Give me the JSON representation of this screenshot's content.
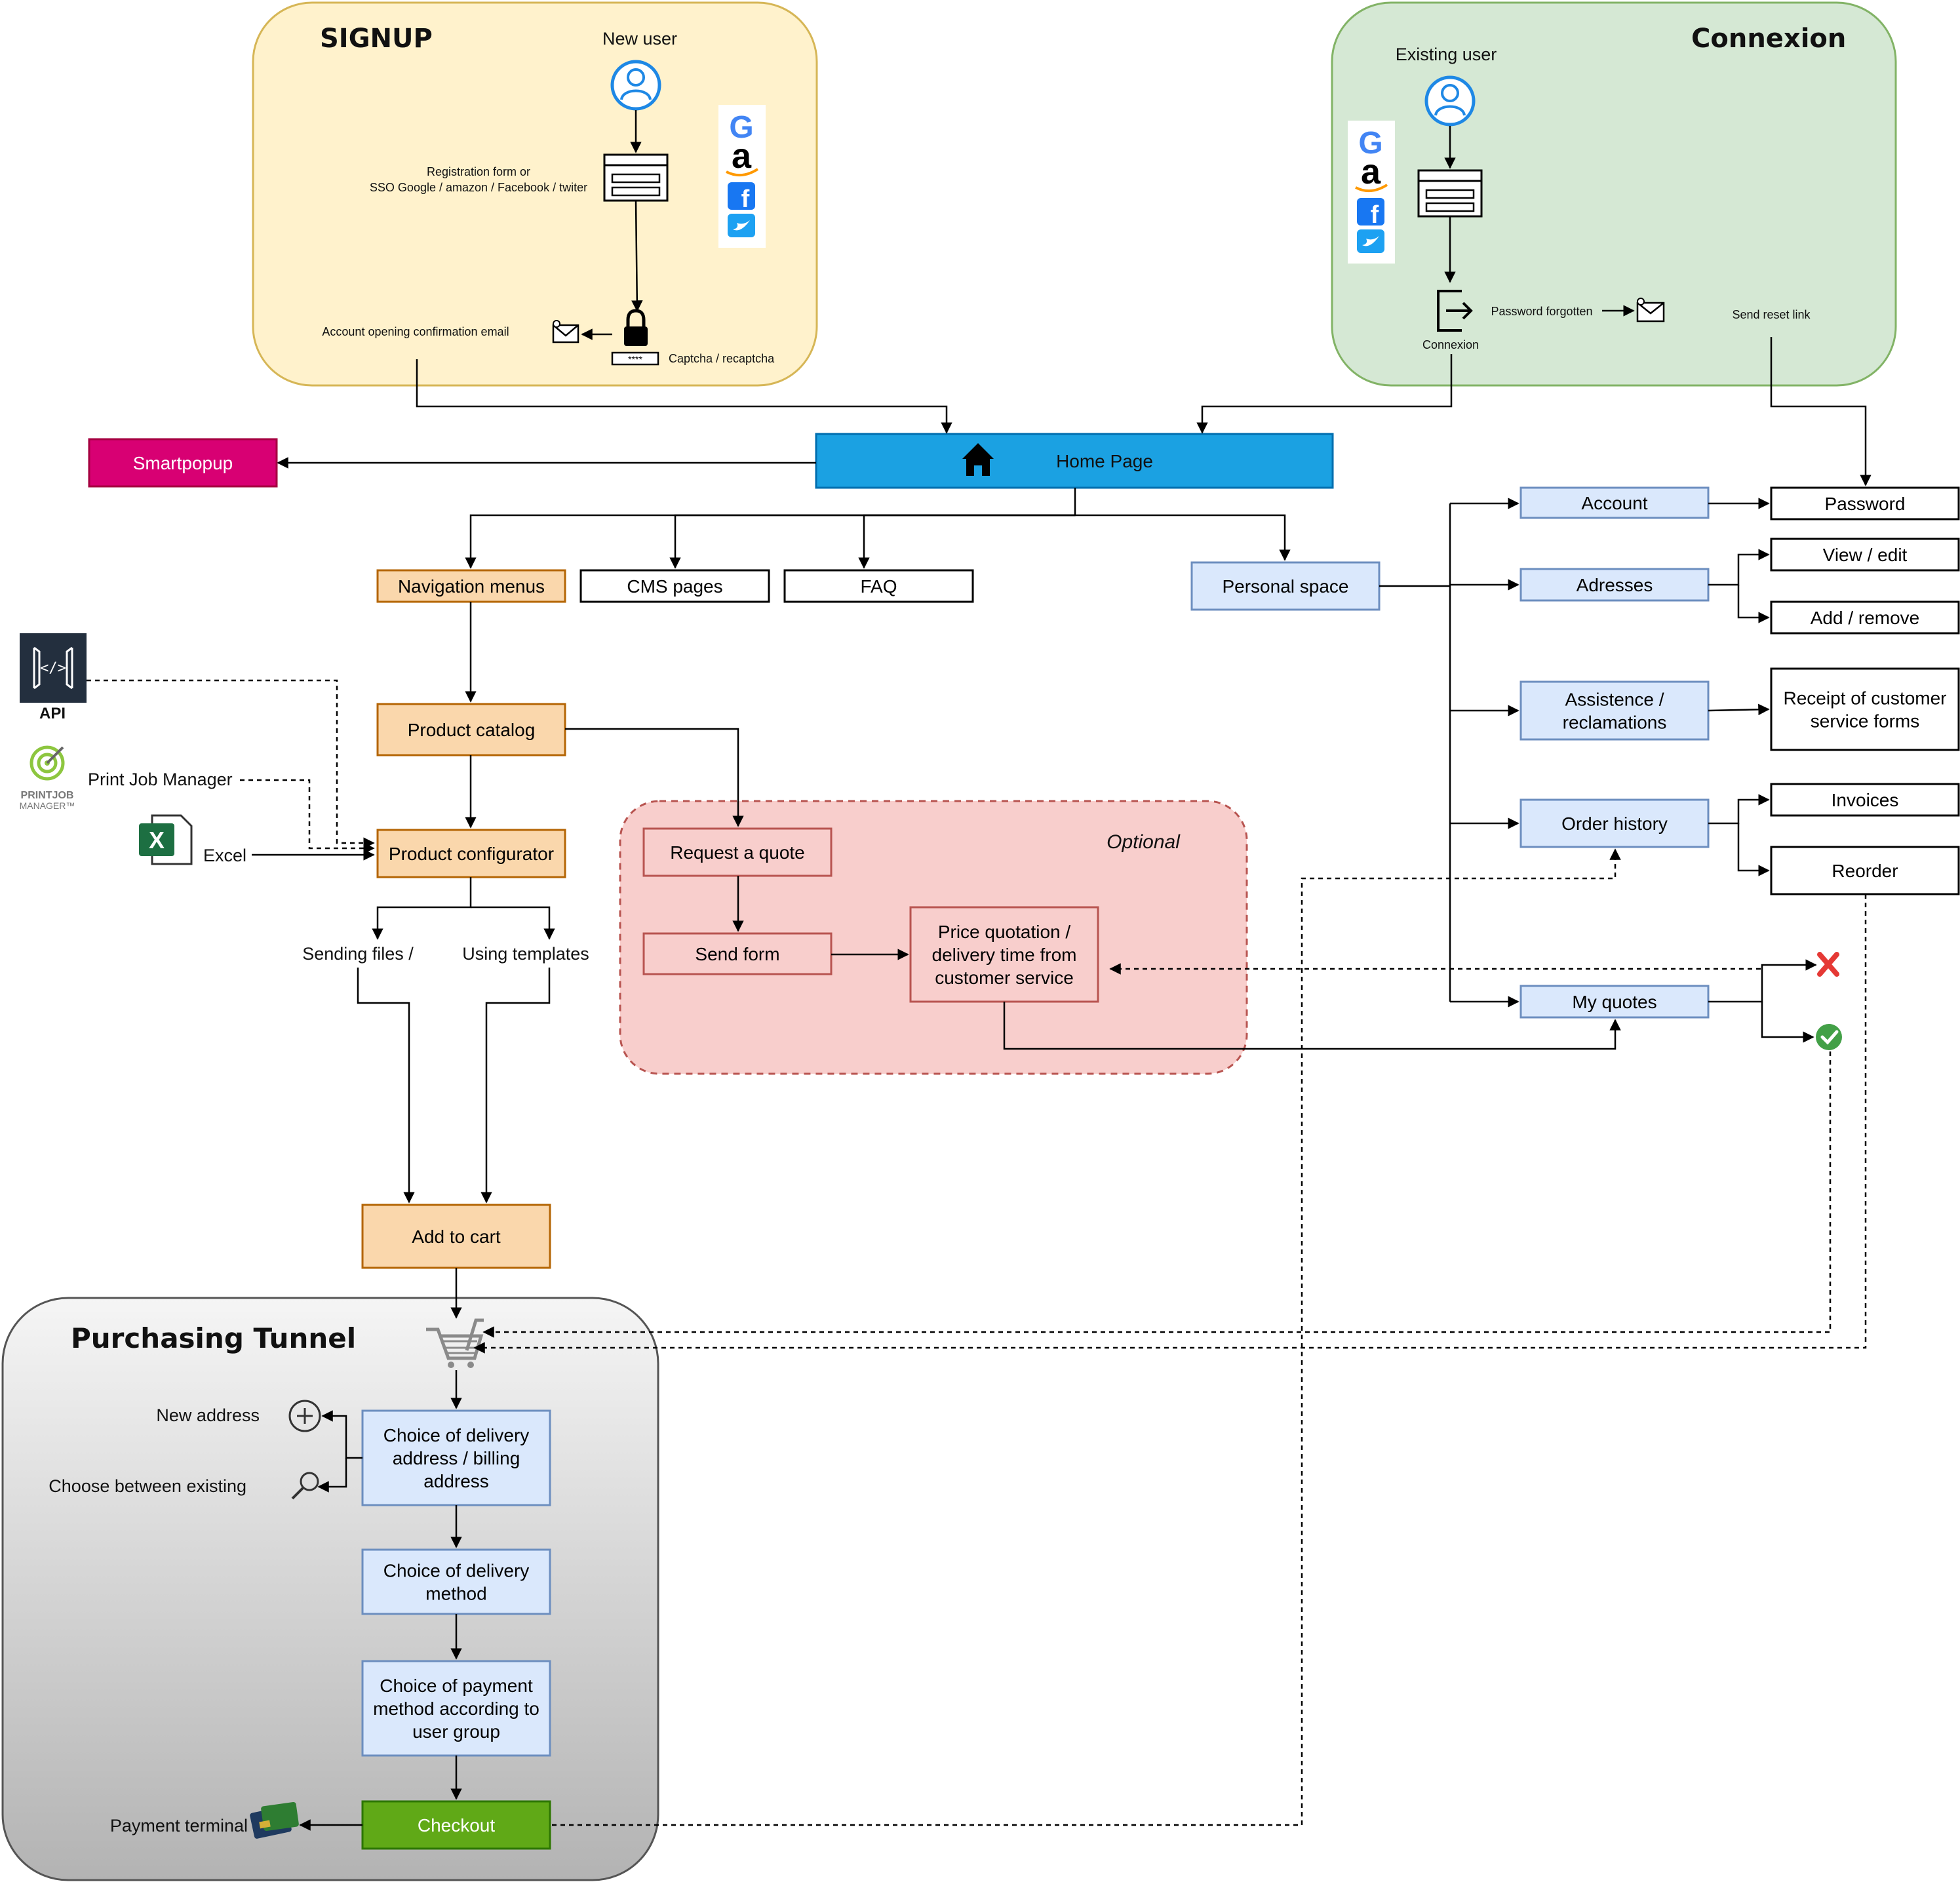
{
  "zones": {
    "signup": {
      "title": "SIGNUP",
      "new_user": "New user",
      "registration_line1": "Registration form or",
      "registration_line2": "SSO Google / amazon / Facebook / twiter",
      "confirmation_email": "Account opening confirmation email",
      "captcha": "Captcha / recaptcha",
      "captcha_field": "****"
    },
    "connexion": {
      "title": "Connexion",
      "existing_user": "Existing user",
      "connexion_label": "Connexion",
      "password_forgotten": "Password forgotten",
      "send_reset_link": "Send reset link"
    },
    "optional": {
      "title": "Optional"
    },
    "tunnel": {
      "title": "Purchasing Tunnel"
    }
  },
  "nodes": {
    "smartpopup": "Smartpopup",
    "home_page": "Home Page",
    "navigation_menus": "Navigation menus",
    "cms_pages": "CMS pages",
    "faq": "FAQ",
    "personal_space": "Personal space",
    "product_catalog": "Product catalog",
    "product_configurator": "Product configurator",
    "request_quote": "Request a quote",
    "send_form": "Send form",
    "price_quotation": [
      "Price quotation /",
      "delivery time from",
      "customer service"
    ],
    "add_to_cart": "Add to cart",
    "choice_address": [
      "Choice of delivery",
      "address / billing",
      "address"
    ],
    "choice_delivery": [
      "Choice of delivery",
      "method"
    ],
    "choice_payment": [
      "Choice of payment",
      "method according to",
      "user group"
    ],
    "checkout": "Checkout",
    "account": "Account",
    "adresses": "Adresses",
    "assistance": [
      "Assistence /",
      "reclamations"
    ],
    "order_history": "Order history",
    "my_quotes": "My quotes",
    "password": "Password",
    "view_edit": "View / edit",
    "add_remove": "Add / remove",
    "receipt": [
      "Receipt of customer",
      "service forms"
    ],
    "invoices": "Invoices",
    "reorder": "Reorder"
  },
  "labels": {
    "api": "API",
    "print_job_manager": "Print Job Manager",
    "pjm_logo_line1": "PRINTJOB",
    "pjm_logo_line2": "MANAGER™",
    "excel": "Excel",
    "sending_files": "Sending files /",
    "using_templates": "Using templates",
    "new_address": "New address",
    "choose_existing": "Choose between existing",
    "payment_terminal": "Payment terminal"
  },
  "colors": {
    "signup_fill": "#fff2cc",
    "signup_stroke": "#d6b656",
    "connexion_fill": "#d5e8d4",
    "connexion_stroke": "#82b366",
    "optional_fill": "#f8cecc",
    "optional_stroke": "#b85450",
    "home_fill": "#1ba1e2",
    "smartpopup_fill": "#d80073",
    "orange_fill": "#fad7ac",
    "orange_stroke": "#b46504",
    "blue_fill": "#dae8fc",
    "blue_stroke": "#6c8ebf",
    "checkout_fill": "#60a917",
    "icon_blue": "#1e88e5"
  },
  "icons": [
    "user-icon",
    "form-icon",
    "google-icon",
    "amazon-icon",
    "facebook-icon",
    "twitter-icon",
    "lock-icon",
    "envelope-icon",
    "logout-icon",
    "home-icon",
    "api-icon",
    "print-job-manager-logo",
    "excel-icon",
    "cart-icon",
    "plus-circle-icon",
    "magnifier-icon",
    "credit-card-icon",
    "red-x-icon",
    "green-check-icon"
  ]
}
